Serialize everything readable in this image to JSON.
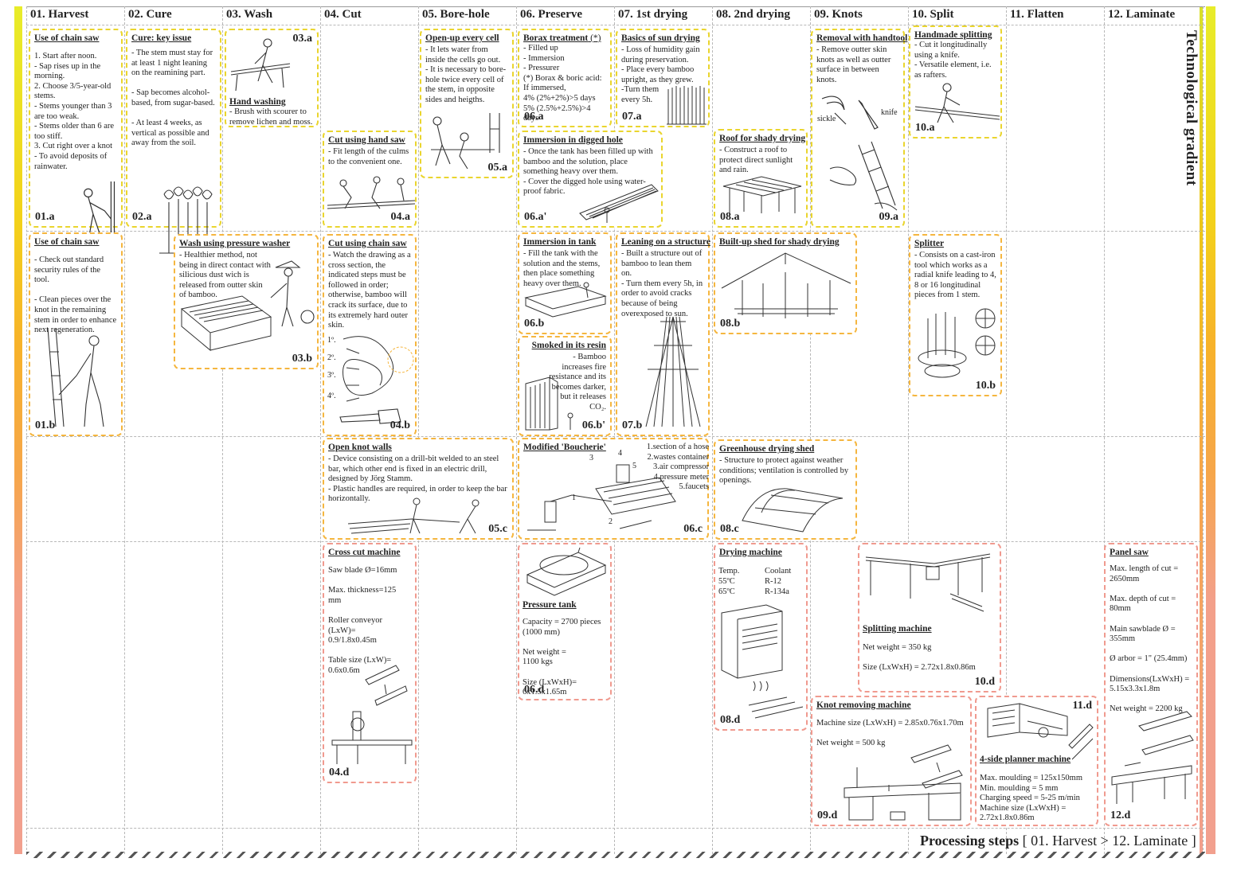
{
  "columns": [
    "01. Harvest",
    "02. Cure",
    "03. Wash",
    "04. Cut",
    "05. Bore-hole",
    "06. Preserve",
    "07. 1st drying",
    "08. 2nd drying",
    "09. Knots",
    "10. Split",
    "11. Flatten",
    "12. Laminate"
  ],
  "side_title": "Technological gradient",
  "footer": {
    "title": "Processing steps",
    "range": "[ 01. Harvest > 12. Laminate ]"
  },
  "cards": {
    "c01a": {
      "title": "Use of chain saw",
      "body": "1. Start after noon.\n- Sap rises up in the morning.\n2. Choose 3/5-year-old stems.\n- Stems younger than 3 are too weak.\n- Stems older than 6 are too stiff.\n3. Cut right over a knot\n- To avoid deposits of rainwater.",
      "code": "01.a"
    },
    "c02a": {
      "title": "Cure: key issue",
      "body": "- The stem must stay for at least 1 night leaning on the reamining part.\n\n- Sap becomes alcohol-based, from sugar-based.\n\n- At least 4 weeks, as vertical as possible and away from the soil.",
      "code": "02.a"
    },
    "c03a": {
      "title": "Hand washing",
      "body": "- Brush with scourer to remove lichen and moss.",
      "code": "03.a"
    },
    "c04a": {
      "title": "Cut using hand saw",
      "body": "- Fit length of the culms to the convenient one.",
      "code": "04.a"
    },
    "c05a": {
      "title": "Open-up every cell",
      "body": "- It lets water from inside the cells go out.\n- It is necessary to bore-hole twice every cell of the stem, in opposite sides and heigths.",
      "code": "05.a"
    },
    "c06a": {
      "title": "Borax treatment",
      "title_mark": "(*)",
      "body": "- Filled up\n- Immersion\n- Pressurer\n(*) Borax & boric acid:\nIf immersed,\n4% (2%+2%)>5 days\n5% (2.5%+2.5%)>4 days",
      "code": "06.a"
    },
    "c07a": {
      "title": "Basics of sun drying",
      "body": "- Loss of humidity gain during preservation.\n- Place every bamboo upright, as they grew.\n-Turn them\nevery 5h.",
      "code": "07.a"
    },
    "c06a2": {
      "title": "Immersion in digged hole",
      "body": "- Once the tank has been filled up with bamboo and the solution, place something heavy over them.\n- Cover the digged hole using water-proof fabric.",
      "code": "06.a'"
    },
    "c08a": {
      "title": "Roof for shady drying",
      "body": "- Construct a roof to protect  direct sunlight and rain.",
      "code": "08.a"
    },
    "c09a": {
      "title": "Removal with handtool",
      "body": "- Remove outter skin knots as well as outter surface in between knots.",
      "code": "09.a",
      "label_sickle": "sickle",
      "label_knife": "knife"
    },
    "c10a": {
      "title": "Handmade splitting",
      "body": "- Cut it longitudinally using a knife.\n- Versatile element, i.e. as rafters.",
      "code": "10.a"
    },
    "c01b": {
      "title": "Use of chain saw",
      "body": "- Check out standard security rules of the tool.\n\n- Clean pieces over the knot in the remaining stem in order to enhance next regeneration.",
      "code": "01.b"
    },
    "c03b": {
      "title": "Wash using pressure washer",
      "body": "- Healthier method, not being in direct contact with silicious dust wich is released from outter skin of bamboo.",
      "code": "03.b"
    },
    "c04b": {
      "title": "Cut using chain saw",
      "body": "- Watch the drawing as a cross section, the indicated steps must be followed in order; otherwise, bamboo will crack its surface, due to its extremely hard outer skin.",
      "code": "04.b",
      "steps": [
        "1º.",
        "2º.",
        "3º.",
        "4º."
      ]
    },
    "c06b": {
      "title": "Immersion in tank",
      "body": "- Fill the tank with the solution and the stems, then place something heavy over them.",
      "code": "06.b"
    },
    "c07b": {
      "title": "Leaning on a structure",
      "body": "- Built a structure out of bamboo to lean them on.\n- Turn them every 5h, in order to avoid cracks because of being overexposed to sun.",
      "code": "07.b"
    },
    "c08b": {
      "title": "Built-up shed for shady drying",
      "code": "08.b"
    },
    "c10b": {
      "title": "Splitter",
      "body": "- Consists on a cast-iron tool which works as a radial knife leading to 4, 8 or 16 longitudinal pieces from 1 stem.",
      "code": "10.b"
    },
    "c06b2": {
      "title": "Smoked in its resin",
      "body": "- Bamboo increases fire resistance and its becomes darker, but it releases CO₂.",
      "code": "06.b'"
    },
    "c05c": {
      "title": "Open knot walls",
      "body": "- Device consisting on a drill-bit welded to an steel bar, which other end is fixed in an electric drill, designed by Jörg Stamm.\n- Plastic handles are required, in order to keep the bar horizontally.",
      "code": "05.c"
    },
    "c06c": {
      "title": "Modified 'Boucherie'",
      "body": "1.section of a hose\n2.wastes container\n3.air compressor\n4.pressure meter\n5.faucets",
      "code": "06.c",
      "nums": [
        "1",
        "2",
        "3",
        "4",
        "5"
      ]
    },
    "c08c": {
      "title": "Greenhouse drying shed",
      "body": "- Structure to protect against weather conditions; ventilation is controlled by openings.",
      "code": "08.c"
    },
    "c04d": {
      "title": "Cross cut machine",
      "body": "Saw blade Ø=16mm\n\nMax. thickness=125 mm\n\nRoller conveyor (LxW)=\n        0.9/1.8x0.45m\n\nTable size (LxW)=\n        0.6x0.6m",
      "code": "04.d"
    },
    "c06d": {
      "title": "Pressure tank",
      "body": "Capacity =  2700 pieces\n                  (1000 mm)\n\nNet weight =\n              1100 kgs\n\nSize (LxWxH)=\n           6x1.5x1.65m",
      "code": "06.d"
    },
    "c08d": {
      "title": "Drying machine",
      "temp_label": "Temp.",
      "coolant_label": "Coolant",
      "temps": [
        "55ºC",
        "65ºC"
      ],
      "coolants": [
        "R-12",
        "R-134a"
      ],
      "code": "08.d"
    },
    "c10d": {
      "title": "Splitting machine",
      "body": "Net weight = 350 kg\n\nSize (LxWxH) = 2.72x1.8x0.86m",
      "code": "10.d"
    },
    "c09d": {
      "title": "Knot removing machine",
      "body": "Machine size (LxWxH) = 2.85x0.76x1.70m\n\nNet weight = 500 kg",
      "code": "09.d"
    },
    "c11d": {
      "title": "4-side planner machine",
      "body": "Max. moulding = 125x150mm\nMin. moulding = 5 mm\nCharging speed = 5-25 m/min\nMachine size (LxWxH) =\n              2.72x1.8x0.86m",
      "code": "11.d"
    },
    "c12d": {
      "title": "Panel saw",
      "body": "Max. length of cut =\n               2650mm\n\nMax. depth of cut =\n               80mm\n\nMain sawblade Ø   =\n               355mm\n\nØ arbor = 1\" (25.4mm)\n\nDimensions(LxWxH) =\n        5.15x3.3x1.8m\n\nNet weight = 2200 kg",
      "code": "12.d"
    }
  },
  "colors": {
    "level_a": "#ead52e",
    "level_b": "#f5b63f",
    "level_c": "#f5b63f",
    "level_d": "#f09a8f"
  }
}
